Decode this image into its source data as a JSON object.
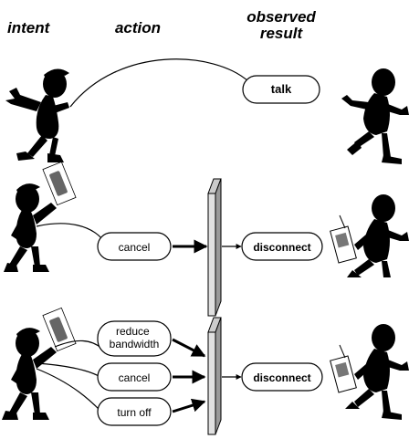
{
  "headers": {
    "intent": "intent",
    "action": "action",
    "observed_result": "observed result"
  },
  "scenario1": {
    "result": "talk"
  },
  "scenario2": {
    "action": "cancel",
    "result": "disconnect"
  },
  "scenario3": {
    "actions": [
      "reduce bandwidth",
      "cancel",
      "turn off"
    ],
    "result": "disconnect"
  }
}
